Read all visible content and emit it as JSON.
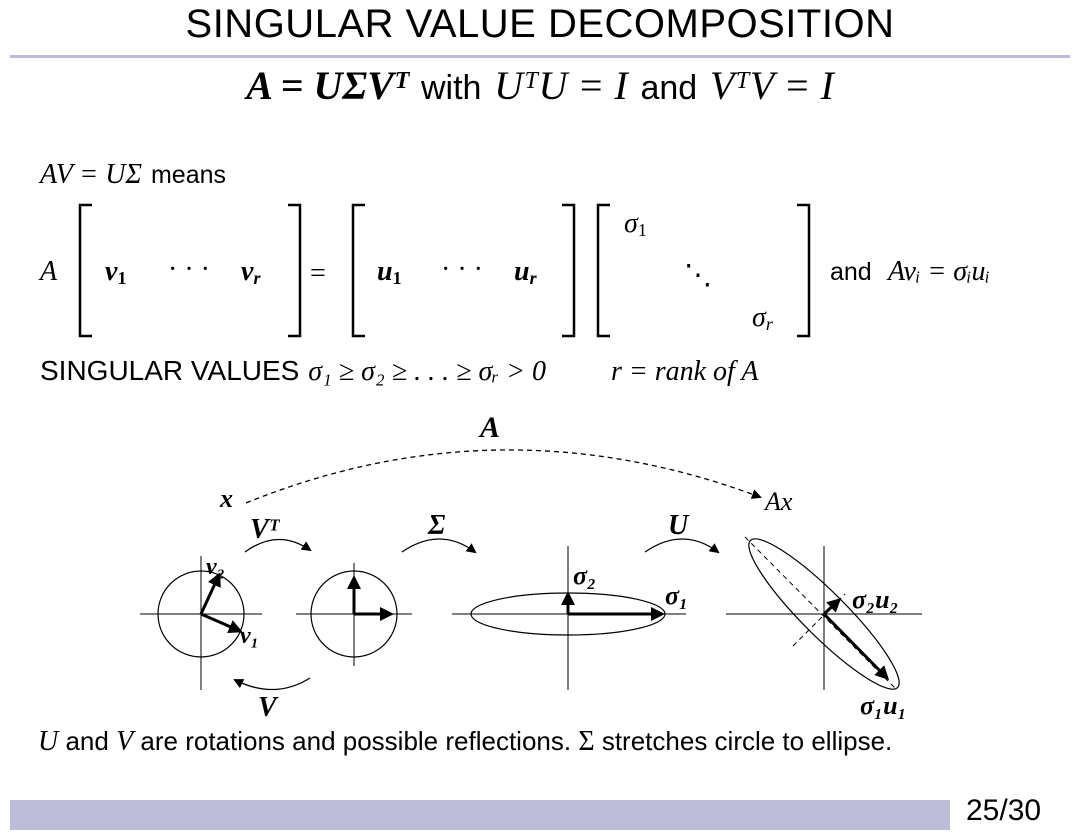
{
  "slide": {
    "title": "SINGULAR VALUE DECOMPOSITION",
    "page": "25/30"
  },
  "equation": {
    "main": "A = UΣVᵀ",
    "with": "with",
    "cond1": "UᵀU = I",
    "and": "and",
    "cond2": "VᵀV = I"
  },
  "av_line": {
    "expr": "AV = UΣ",
    "word": "means"
  },
  "matrix_eq": {
    "A": "A",
    "v1": "v",
    "v1_sub": "1",
    "vr": "v",
    "vr_sub": "r",
    "dots": "· · ·",
    "equals": "=",
    "u1": "u",
    "u1_sub": "1",
    "ur": "u",
    "ur_sub": "r",
    "sigma1": "σ",
    "sigma1_sub": "1",
    "ddots": "⋱",
    "sigmar": "σ",
    "sigmar_sub": "r",
    "and": "and",
    "rel": "Avᵢ = σᵢuᵢ"
  },
  "singular_values": {
    "label": "SINGULAR VALUES",
    "order": "σ₁ ≥ σ₂ ≥ . . . ≥ σᵣ > 0",
    "rank": "r = rank of A"
  },
  "diagram": {
    "A": "A",
    "x": "x",
    "Ax": "Ax",
    "VT": "Vᵀ",
    "Sigma": "Σ",
    "U": "U",
    "V": "V",
    "v2": "v₂",
    "v1": "v₁",
    "sigma2": "σ₂",
    "sigma1": "σ₁",
    "sigma2u2": "σ₂u₂",
    "sigma1u1": "σ₁u₁"
  },
  "caption": {
    "part1": "U",
    "part2": " and ",
    "part3": "V",
    "part4": " are rotations and possible reflections. ",
    "part5": "Σ",
    "part6": " stretches circle to ellipse."
  },
  "colors": {
    "accent": "#bcbcd9",
    "ink": "#000000"
  }
}
